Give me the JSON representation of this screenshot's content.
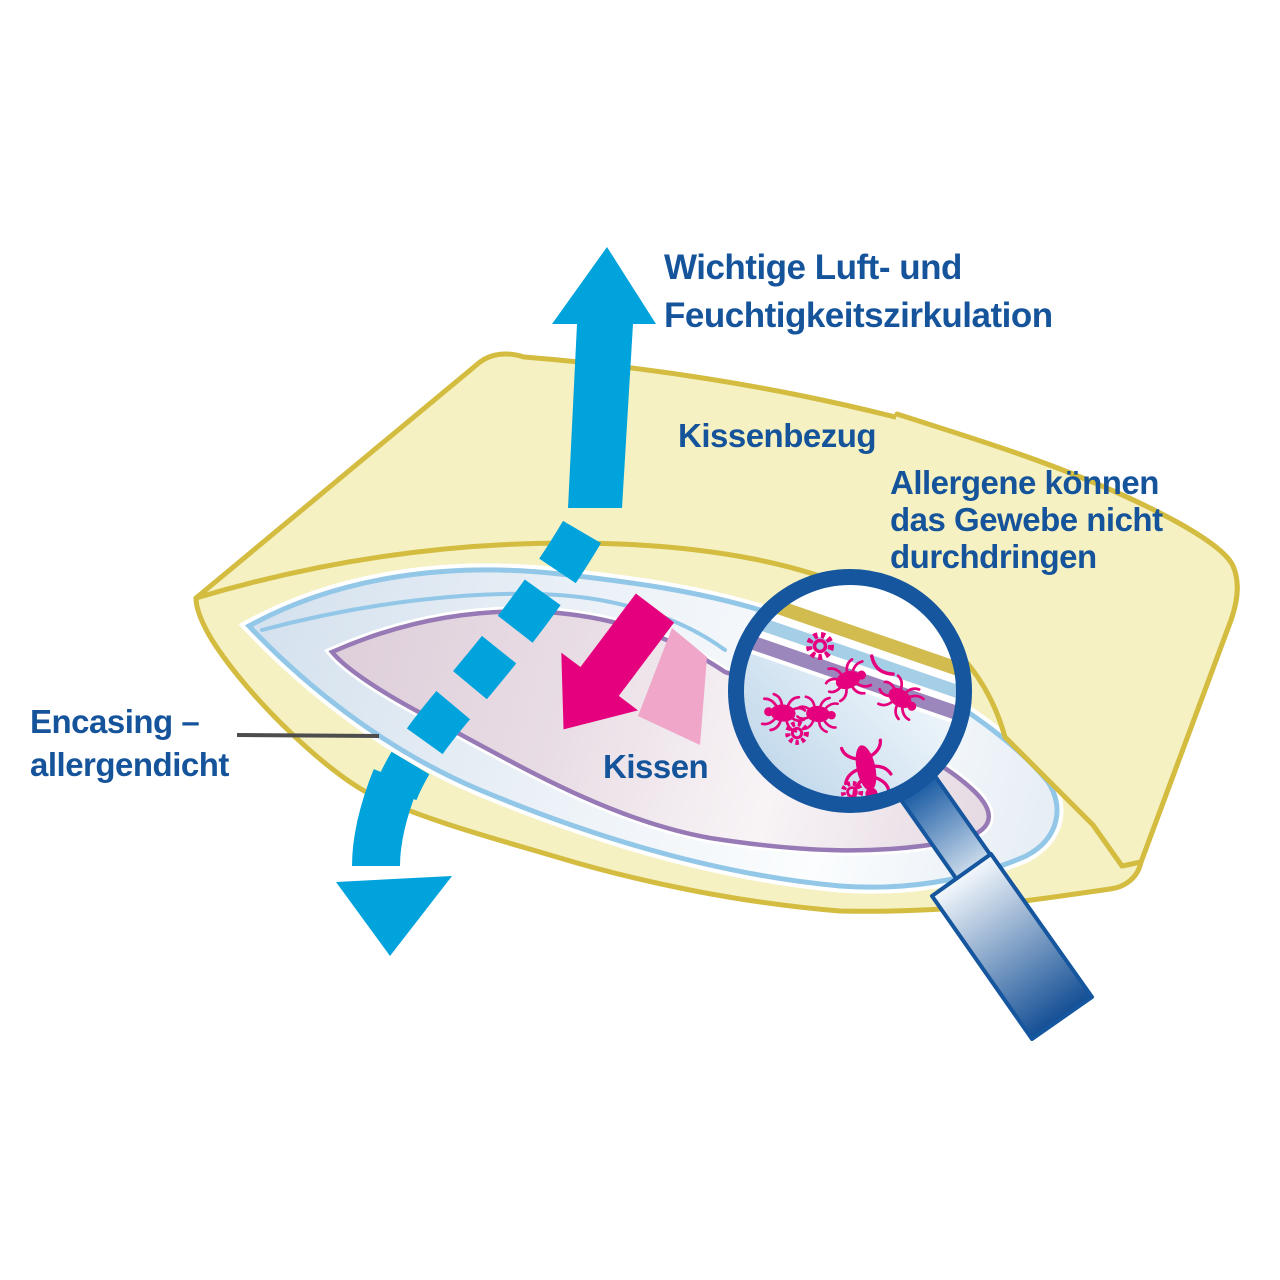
{
  "labels": {
    "circulation": {
      "lines": [
        "Wichtige Luft- und",
        "Feuchtigkeitszirkulation"
      ]
    },
    "pillowcase": "Kissenbezug",
    "allergens": {
      "lines": [
        "Allergene können",
        "das Gewebe nicht",
        "durchdringen"
      ]
    },
    "encasing": {
      "lines": [
        "Encasing –",
        "allergendicht"
      ]
    },
    "pillow": "Kissen"
  },
  "colors": {
    "label_blue": "#15549B",
    "air_cyan": "#00A3DB",
    "allergen_magenta": "#E5007D",
    "allergen_pink": "#F0A6C9",
    "cover_yellow_fill": "#F5F1C2",
    "cover_yellow_border": "#D3BC3F",
    "encasing_border": "#92C7E8",
    "inner_pillow_border": "#9779B5",
    "magnifier_blue": "#15569E",
    "callout_gray": "#4D4D4D",
    "background": "#FFFFFF"
  }
}
